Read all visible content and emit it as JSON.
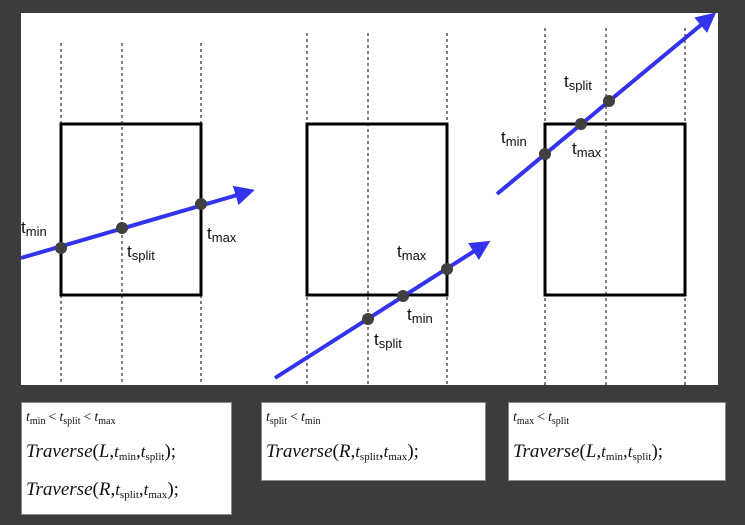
{
  "diagram": {
    "scenarios": [
      {
        "id": "left",
        "labels": {
          "t_min": [
            "t",
            "min"
          ],
          "t_split": [
            "t",
            "split"
          ],
          "t_max": [
            "t",
            "max"
          ]
        }
      },
      {
        "id": "middle",
        "labels": {
          "t_max": [
            "t",
            "max"
          ],
          "t_min": [
            "t",
            "min"
          ],
          "t_split": [
            "t",
            "split"
          ]
        }
      },
      {
        "id": "right",
        "labels": {
          "t_split": [
            "t",
            "split"
          ],
          "t_min": [
            "t",
            "min"
          ],
          "t_max": [
            "t",
            "max"
          ]
        }
      }
    ],
    "colors": {
      "ray": "#3333ee",
      "point": "#404040",
      "box": "#000000",
      "divider": "#000000"
    }
  },
  "formulas": [
    {
      "id": "case-1",
      "condition": {
        "t1": "t",
        "s1": "min",
        "op1": "<",
        "t2": "t",
        "s2": "split",
        "op2": "<",
        "t3": "t",
        "s3": "max"
      },
      "calls": [
        {
          "fn": "Traverse",
          "open": "(",
          "node": "L",
          "c1": ",",
          "a1": "t",
          "as1": "min",
          "c2": ",",
          "a2": "t",
          "as2": "split",
          "close": ");"
        },
        {
          "fn": "Traverse",
          "open": "(",
          "node": "R",
          "c1": ",",
          "a1": "t",
          "as1": "split",
          "c2": ",",
          "a2": "t",
          "as2": "max",
          "close": ");"
        }
      ]
    },
    {
      "id": "case-2",
      "condition": {
        "t1": "t",
        "s1": "split",
        "op1": "<",
        "t2": "t",
        "s2": "min"
      },
      "calls": [
        {
          "fn": "Traverse",
          "open": "(",
          "node": "R",
          "c1": ",",
          "a1": "t",
          "as1": "split",
          "c2": ",",
          "a2": "t",
          "as2": "max",
          "close": ");"
        }
      ]
    },
    {
      "id": "case-3",
      "condition": {
        "t1": "t",
        "s1": "max",
        "op1": "<",
        "t2": "t",
        "s2": "split"
      },
      "calls": [
        {
          "fn": "Traverse",
          "open": "(",
          "node": "L",
          "c1": ",",
          "a1": "t",
          "as1": "min",
          "c2": ",",
          "a2": "t",
          "as2": "split",
          "close": ");"
        }
      ]
    }
  ]
}
